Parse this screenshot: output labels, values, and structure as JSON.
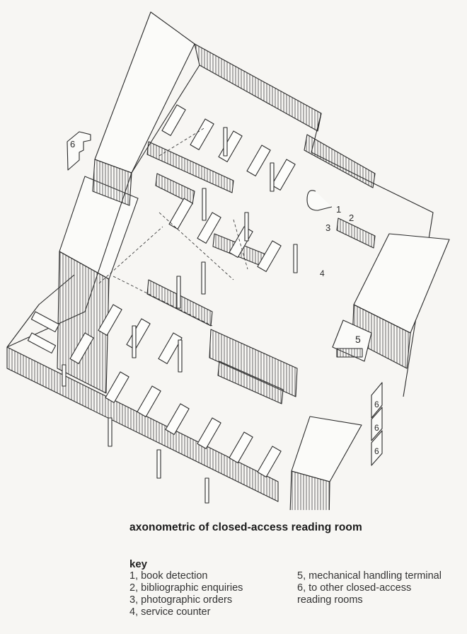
{
  "figure": {
    "caption": "axonometric of closed-access reading room",
    "drawing_labels": {
      "l1": "1",
      "l2": "2",
      "l3": "3",
      "l4": "4",
      "l5": "5",
      "l6_left": "6",
      "l6_right_a": "6",
      "l6_right_b": "6",
      "l6_right_c": "6"
    }
  },
  "key": {
    "title": "key",
    "items": [
      {
        "text": "1, book detection"
      },
      {
        "text": "2, bibliographic enquiries"
      },
      {
        "text": "3, photographic orders"
      },
      {
        "text": "4, service counter"
      },
      {
        "text": "5, mechanical handling terminal"
      },
      {
        "text": "6, to other closed-access reading rooms"
      }
    ]
  },
  "colors": {
    "paper": "#f7f6f3",
    "ink": "#2a2a2a"
  }
}
